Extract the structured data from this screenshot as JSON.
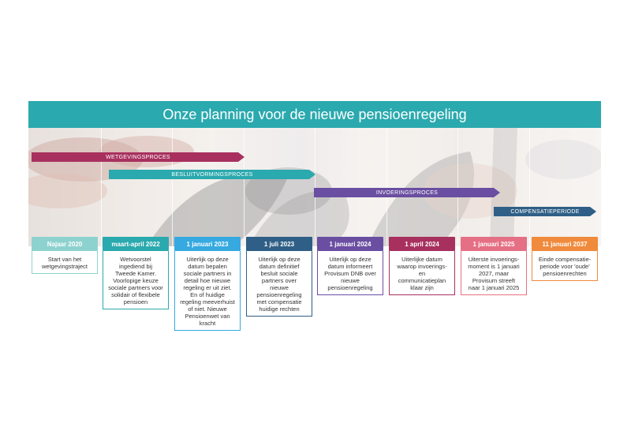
{
  "title": "Onze planning voor de nieuwe pensioenregeling",
  "phases": [
    {
      "label": "WETGEVINGSPROCES",
      "color": "#a8305e"
    },
    {
      "label": "BESLUITVORMINGSPROCES",
      "color": "#2aa9ae"
    },
    {
      "label": "INVOERINGSPROCES",
      "color": "#6a4ea1"
    },
    {
      "label": "COMPENSATIEPERIODE",
      "color": "#2f5f86"
    }
  ],
  "milestones": [
    {
      "date": "Najaar 2020",
      "text": "Start van het wetgevingstraject",
      "color": "#8ed2cf"
    },
    {
      "date": "maart-april 2022",
      "text": "Wetvoorstel ingediend bij Tweede Kamer. Voorlopige keuze sociale partners voor solidair of flexibele pensioen",
      "color": "#2aa9ae"
    },
    {
      "date": "1 januari 2023",
      "text": "Uiterlijk op deze datum bepalen sociale partners in detail hoe nieuwe regeling er uit ziet. En of huidige regeling meeverhuist of niet. Nieuwe Pensioenwet van kracht",
      "color": "#36a9e0"
    },
    {
      "date": "1 juli 2023",
      "text": "Uiterlijk op deze datum definitief besluit sociale partners over nieuwe pensioenregeling met compensatie huidige rechten",
      "color": "#2f5f86"
    },
    {
      "date": "1 januari 2024",
      "text": "Uiterlijk op deze datum informeert Provisum DNB over nieuwe pensioenregeling",
      "color": "#6a4ea1"
    },
    {
      "date": "1 april 2024",
      "text": "Uiterlijke datum waarop invoerings- en communicatieplan klaar zijn",
      "color": "#a8305e"
    },
    {
      "date": "1 januari 2025",
      "text": "Uiterste invoerings-moment is 1 januari 2027, maar Provisum streeft naar 1 januari 2025",
      "color": "#e56f84"
    },
    {
      "date": "11 januari 2037",
      "text": "Einde compensatie-periode voor 'oude' pensioenrechten",
      "color": "#f08a3c"
    }
  ]
}
